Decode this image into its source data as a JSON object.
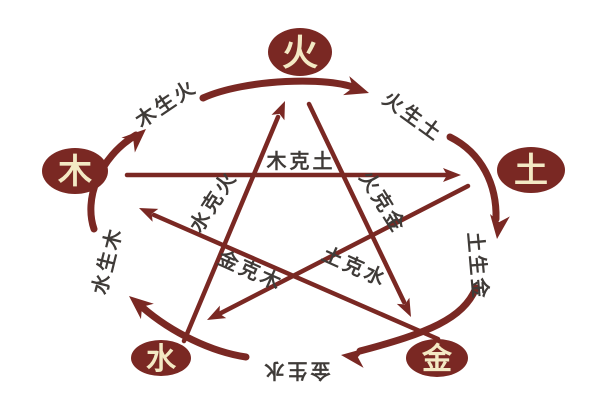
{
  "diagram": {
    "name": "Wu Xing five elements cycle diagram",
    "colors": {
      "maroon": "#7a2823",
      "node_character": "#f3e9c4",
      "relation_label": "#3f3b38",
      "background": "#ffffff"
    },
    "nodes": {
      "fire": "火",
      "wood": "木",
      "earth": "土",
      "water": "水",
      "metal": "金"
    },
    "generating_labels": {
      "wood_fire": "木生火",
      "fire_earth": "火生土",
      "earth_metal": "土生金",
      "metal_water": "金生水",
      "water_wood": "水生木"
    },
    "overcoming_labels": {
      "wood_earth": "木克土",
      "water_fire": "水克火",
      "fire_metal": "火克金",
      "metal_wood": "金克木",
      "earth_water": "土克水"
    }
  }
}
